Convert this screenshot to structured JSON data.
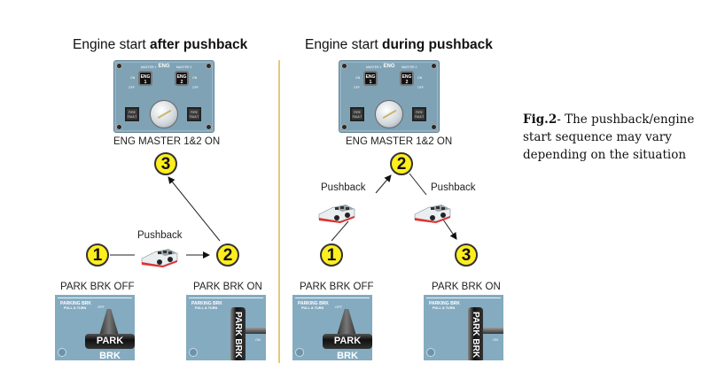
{
  "left": {
    "heading_normal": "Engine start ",
    "heading_bold": "after pushback",
    "eng_label": "ENG MASTER 1&2  ON",
    "pushback_label": "Pushback",
    "steps": [
      "1",
      "2",
      "3"
    ],
    "brake_off_label": "PARK BRK OFF",
    "brake_on_label": "PARK BRK ON"
  },
  "right": {
    "heading_normal": "Engine start ",
    "heading_bold": "during pushback",
    "eng_label": "ENG MASTER 1&2  ON",
    "pushback_label_1": "Pushback",
    "pushback_label_2": "Pushback",
    "steps": [
      "1",
      "2",
      "3"
    ],
    "brake_off_label": "PARK BRK OFF",
    "brake_on_label": "PARK BRK ON"
  },
  "eng_panel": {
    "title": "ENG",
    "master1": "MASTER 1",
    "master2": "MASTER 2",
    "eng1": "ENG",
    "eng1_num": "1",
    "eng2": "ENG",
    "eng2_num": "2",
    "on": "ON",
    "off": "OFF",
    "fire1": "FIRE",
    "fault1": "FAULT",
    "fire2": "FIRE",
    "fault2": "FAULT"
  },
  "brake_panel": {
    "title": "PARKING BRK",
    "subtitle": "PULL & TURN",
    "handle_text": "PARK BRK",
    "off": "OFF",
    "on": "ON"
  },
  "caption": {
    "bold": "Fig.2",
    "text": "- The pushback/engine start sequence may vary depending on the situation"
  },
  "colors": {
    "step_circle": "#ffee1e",
    "divider": "#e7c877",
    "panel_blue": "#7fa2b5"
  }
}
